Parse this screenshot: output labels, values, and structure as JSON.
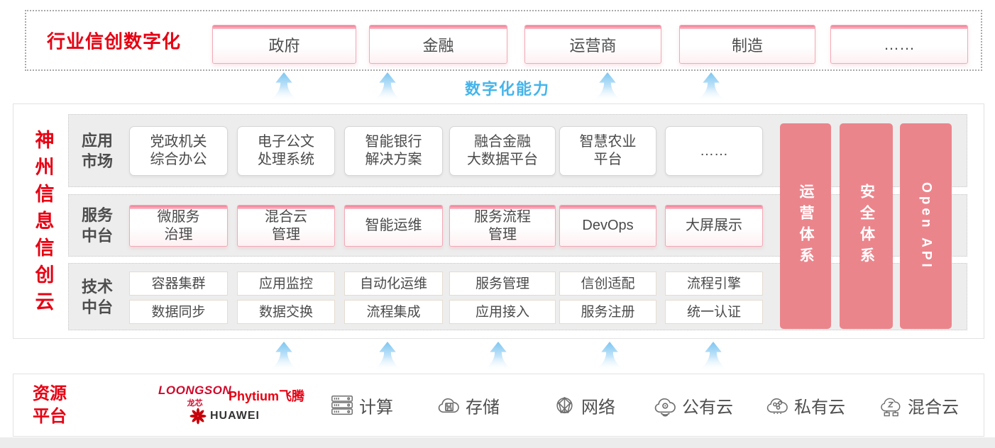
{
  "top_section": {
    "title": "行业信创数字化",
    "industries": [
      "政府",
      "金融",
      "运营商",
      "制造",
      "……"
    ]
  },
  "capability_label": "数字化能力",
  "platform": {
    "side_title": "神州信息信创云",
    "side_title_chars": [
      "神",
      "州",
      "信",
      "息",
      "信",
      "创",
      "云"
    ],
    "rows": [
      {
        "label": "应用市场",
        "label_lines": [
          "应用",
          "市场"
        ],
        "items": [
          [
            "党政机关",
            "综合办公"
          ],
          [
            "电子公文",
            "处理系统"
          ],
          [
            "智能银行",
            "解决方案"
          ],
          [
            "融合金融",
            "大数据平台"
          ],
          [
            "智慧农业",
            "平台"
          ],
          [
            "……"
          ]
        ]
      },
      {
        "label": "服务中台",
        "label_lines": [
          "服务",
          "中台"
        ],
        "items": [
          [
            "微服务",
            "治理"
          ],
          [
            "混合云",
            "管理"
          ],
          [
            "智能运维"
          ],
          [
            "服务流程",
            "管理"
          ],
          [
            "DevOps"
          ],
          [
            "大屏展示"
          ]
        ]
      },
      {
        "label": "技术中台",
        "label_lines": [
          "技术",
          "中台"
        ],
        "grid": [
          [
            "容器集群",
            "应用监控",
            "自动化运维",
            "服务管理",
            "信创适配",
            "流程引擎"
          ],
          [
            "数据同步",
            "数据交换",
            "流程集成",
            "应用接入",
            "服务注册",
            "统一认证"
          ]
        ]
      }
    ],
    "pillars": [
      "运营体系",
      "安全体系",
      "Open API"
    ]
  },
  "resource_section": {
    "title": "资源平台",
    "title_lines": [
      "资源",
      "平台"
    ],
    "vendors": [
      {
        "name": "LOONGSON",
        "sub": "龙芯"
      },
      {
        "name": "Phytium飞腾"
      },
      {
        "name": "HUAWEI"
      }
    ],
    "resources": [
      {
        "icon": "server-icon",
        "label": "计算"
      },
      {
        "icon": "storage-cloud-icon",
        "label": "存储"
      },
      {
        "icon": "network-globe-icon",
        "label": "网络"
      },
      {
        "icon": "public-cloud-icon",
        "label": "公有云"
      },
      {
        "icon": "private-cloud-icon",
        "label": "私有云"
      },
      {
        "icon": "hybrid-cloud-icon",
        "label": "混合云"
      }
    ]
  },
  "colors": {
    "accent_red": "#e60012",
    "pillar_pink": "#eb858c",
    "capability_blue": "#45b4ea",
    "pink_border": "#f1a9b6",
    "arrow_blue": "#7cc5f0",
    "text_dark": "#4a4a4a",
    "row_gray": "#ededed"
  }
}
